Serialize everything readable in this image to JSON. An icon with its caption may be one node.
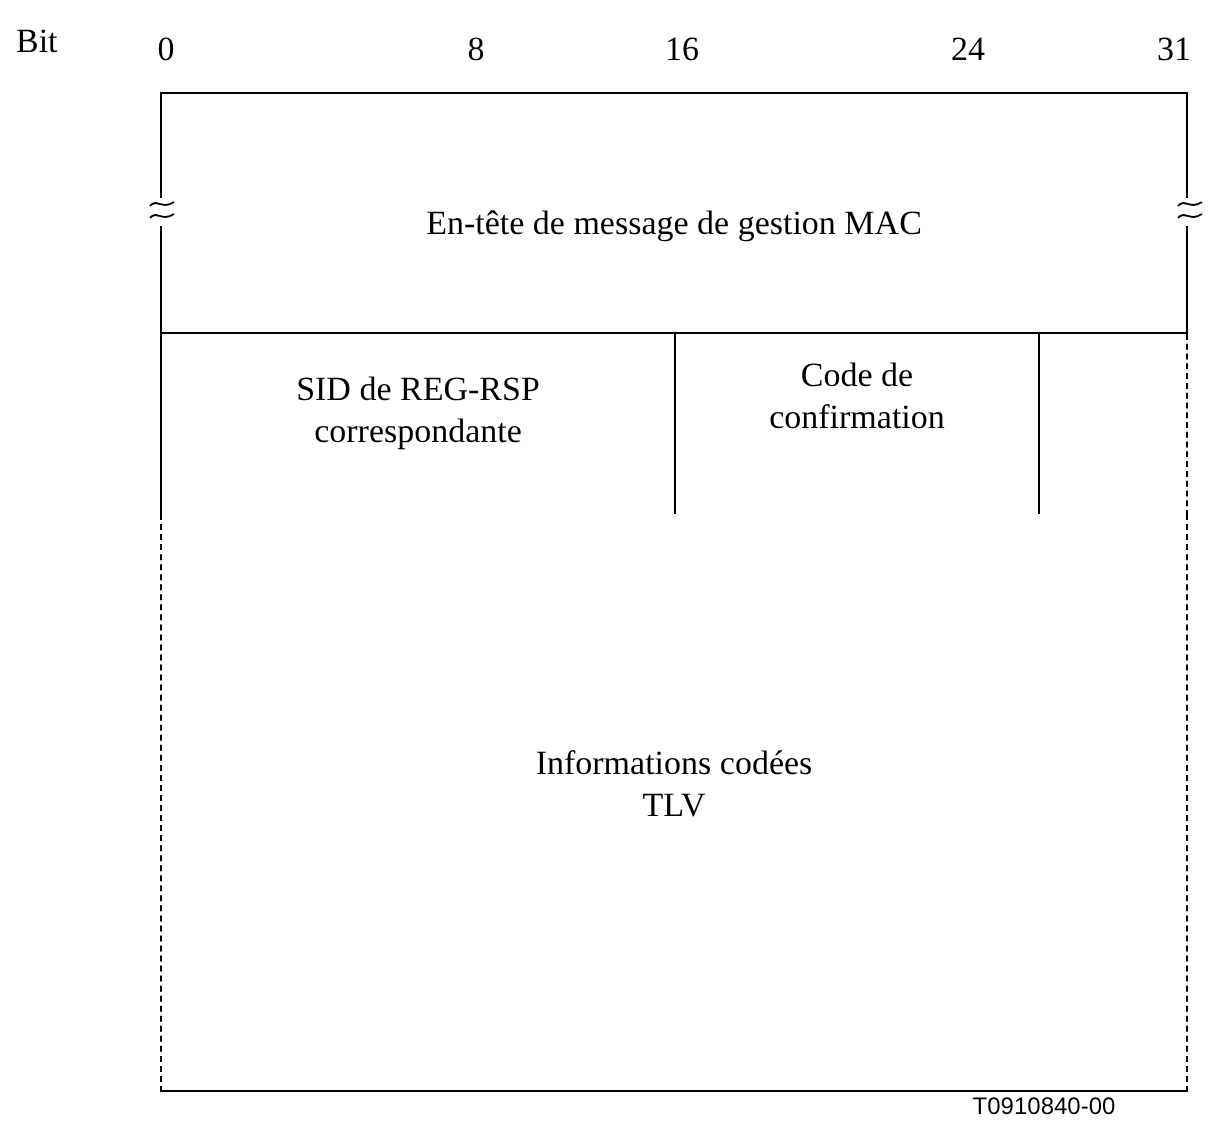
{
  "diagram": {
    "nodes": [
      {
        "text": [
          "En-tête de message de gestion MAC"
        ]
      },
      {
        "text": [
          "SID de REG-RSP correspondante"
        ]
      },
      {
        "text": [
          "Code de confirmation"
        ]
      },
      {
        "text": [
          "Informations codées TLV"
        ]
      }
    ],
    "edges": [],
    "labels": [
      "Bit",
      "0",
      "8",
      "16",
      "24",
      "31",
      "T0910840-00"
    ]
  }
}
